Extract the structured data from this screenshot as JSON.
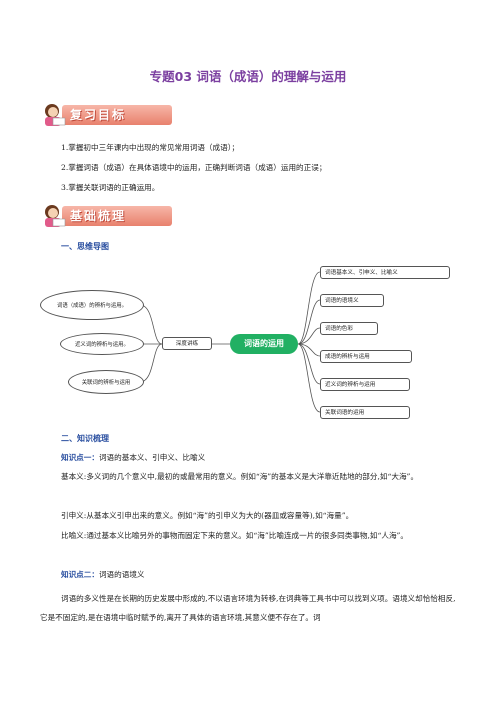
{
  "title": "专题03 词语（成语）的理解与运用",
  "banner1": "复习目标",
  "goals": [
    "1.掌握初中三年课内中出现的常见常用词语（成语）；",
    "2.掌握词语（成语）在具体语境中的运用，正确判断词语（成语）运用的正误；",
    "3.掌握关联词语的正确运用。"
  ],
  "banner2": "基础梳理",
  "section1": "一、思维导图",
  "mindmap": {
    "center": "词语的运用",
    "left_hub": "深度讲练",
    "left_items": [
      "词语（成语）的辨析与运用。",
      "近义词的辨析与运用。",
      "关联词的辨析与运用"
    ],
    "right_items": [
      "词语基本义、引申义、比喻义",
      "词语的语境义",
      "词语的色彩",
      "成语的辨析与运用",
      "近义词的辨析与运用",
      "关联词语的运用"
    ]
  },
  "section2": "二、知识梳理",
  "kp1": {
    "label": "知识点一：",
    "title": "词语的基本义、引申义、比喻义",
    "basic": "基本义:多义词的几个意义中,最初的或最常用的意义。例如“海”的基本义是大洋靠近陆地的部分,如“大海”。",
    "extended": "引申义:从基本义引申出来的意义。例如“海”的引申义为大的(器皿或容量等),如“海量”。",
    "metaphor": "比喻义:通过基本义比喻另外的事物而固定下来的意义。如“海”比喻连成一片的很多同类事物,如“人海”。"
  },
  "kp2": {
    "label": "知识点二：",
    "title": "词语的语境义",
    "text": "词语的多义性是在长期的历史发展中形成的,不以语言环境为转移,在词典等工具书中可以找到义项。语境义却恰恰相反,它是不固定的,是在语境中临时赋予的,离开了具体的语言环境,其意义便不存在了。词"
  }
}
